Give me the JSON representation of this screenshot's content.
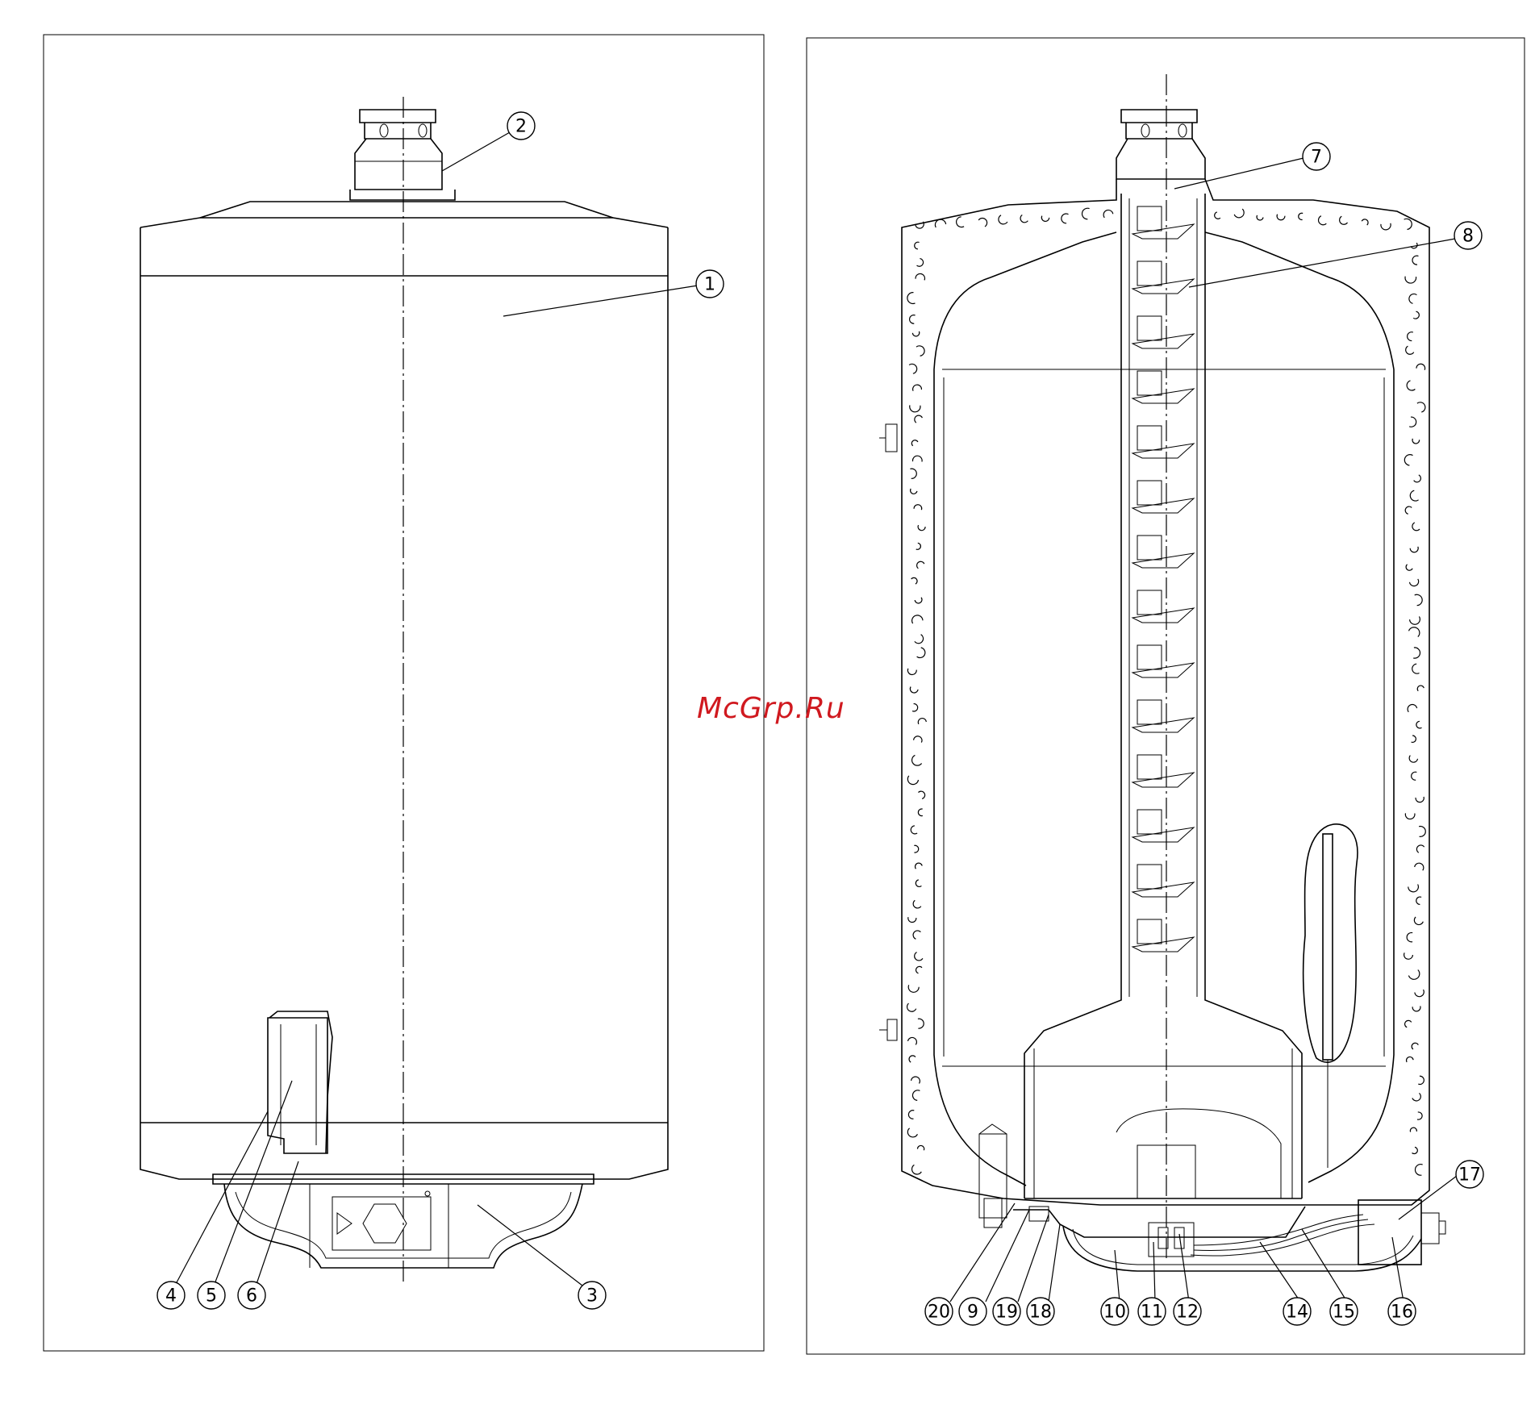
{
  "watermark": {
    "text": "McGrp.Ru",
    "color": "#d0191f"
  },
  "left_view": {
    "callouts": [
      "1",
      "2",
      "3",
      "4",
      "5",
      "6"
    ]
  },
  "right_view": {
    "callouts": [
      "7",
      "8",
      "17",
      "20",
      "9",
      "19",
      "18",
      "10",
      "11",
      "12",
      "14",
      "15",
      "16"
    ]
  }
}
